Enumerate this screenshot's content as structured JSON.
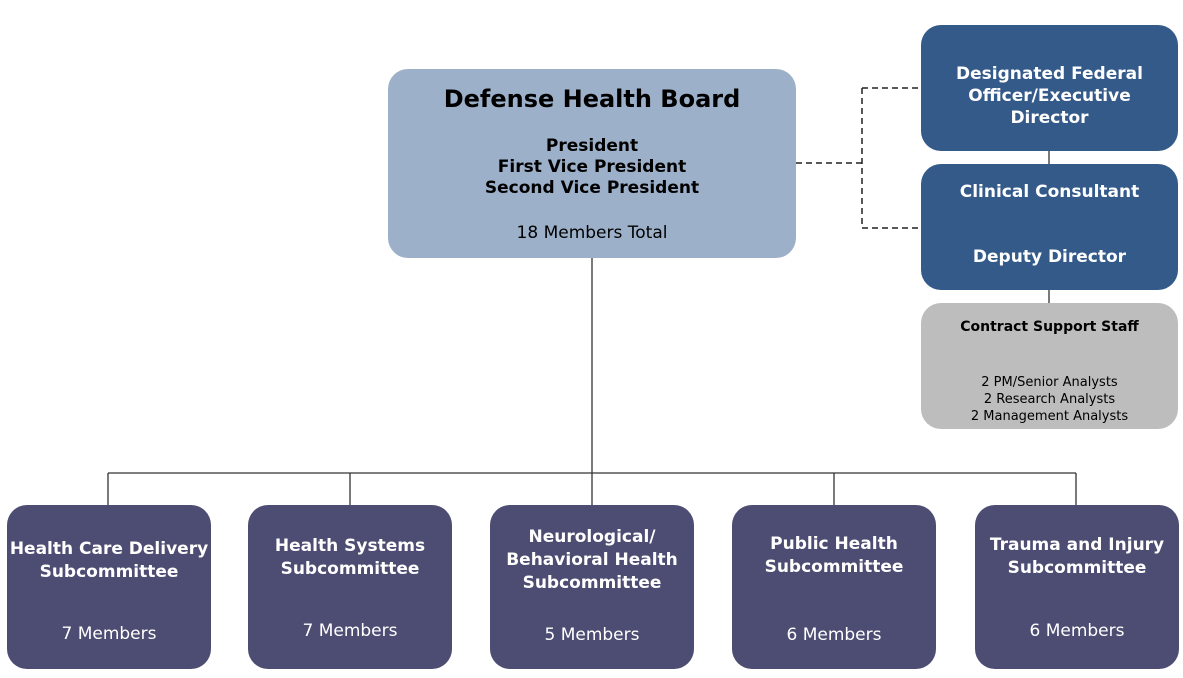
{
  "board": {
    "title": "Defense Health Board",
    "officers": [
      "President",
      "First Vice President",
      "Second Vice President"
    ],
    "members": "18 Members Total"
  },
  "staff": {
    "dfo": [
      "Designated Federal",
      "Officer/Executive",
      "Director"
    ],
    "clinical_consultant": "Clinical Consultant",
    "deputy_director": "Deputy Director"
  },
  "contract_support": {
    "title": "Contract Support Staff",
    "roles": [
      "2 PM/Senior Analysts",
      "2 Research Analysts",
      "2 Management Analysts"
    ]
  },
  "subcommittees": [
    {
      "name": [
        "Health Care Delivery",
        "Subcommittee"
      ],
      "members": "7 Members"
    },
    {
      "name": [
        "Health Systems",
        "Subcommittee"
      ],
      "members": "7 Members"
    },
    {
      "name": [
        "Neurological/",
        "Behavioral Health",
        "Subcommittee"
      ],
      "members": "5 Members"
    },
    {
      "name": [
        "Public Health",
        "Subcommittee"
      ],
      "members": "6 Members"
    },
    {
      "name": [
        "Trauma and Injury",
        "Subcommittee"
      ],
      "members": "6 Members"
    }
  ],
  "colors": {
    "board": "#9cb0c9",
    "staff": "#345a89",
    "contract": "#bdbdbd",
    "subcommittee": "#4d4d73"
  }
}
